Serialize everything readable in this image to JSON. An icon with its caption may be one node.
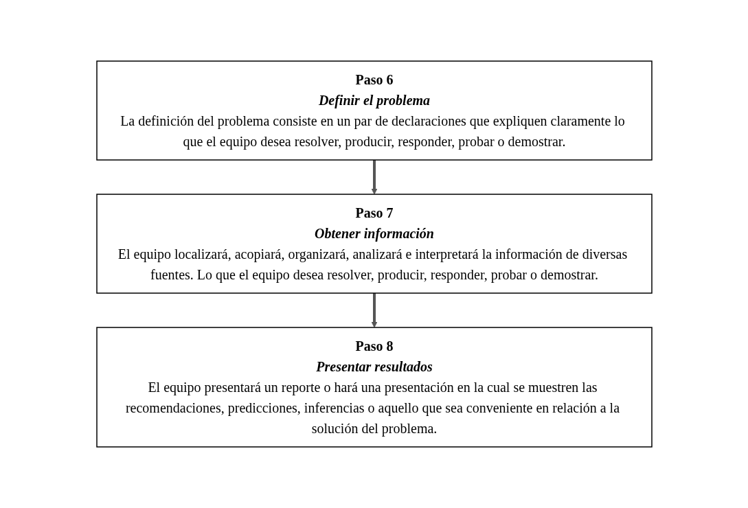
{
  "diagram": {
    "nodes": [
      {
        "text": [
          "Paso 6",
          "Definir el problema",
          "La definición del problema consiste en un par de declaraciones que expliquen claramente lo que el equipo desea resolver, producir, responder, probar o demostrar."
        ]
      },
      {
        "text": [
          "Paso 7",
          "Obtener información",
          "El equipo localizará, acopiará, organizará, analizará e interpretará la información de diversas fuentes. Lo que el equipo desea resolver, producir, responder, probar o demostrar."
        ]
      },
      {
        "text": [
          "Paso 8",
          "Presentar resultados",
          "El equipo presentará un reporte o hará una presentación en la cual se muestren las recomendaciones, predicciones, inferencias o aquello que sea conveniente en relación a la solución del problema."
        ]
      }
    ],
    "edges": [
      {
        "from": 0,
        "to": 1,
        "arrow": "to"
      },
      {
        "from": 1,
        "to": 2,
        "arrow": "to"
      }
    ]
  }
}
